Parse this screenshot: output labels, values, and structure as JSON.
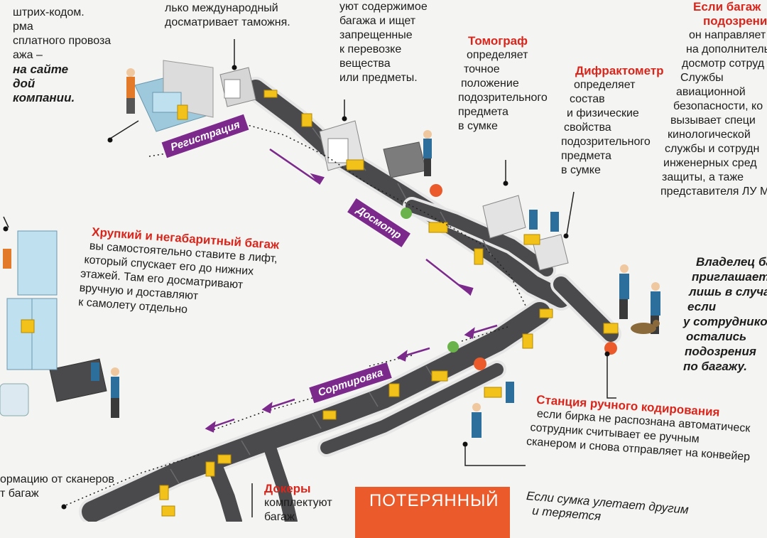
{
  "labels": {
    "registration": "Регистрация",
    "inspection": "Досмотр",
    "sorting": "Сортировка",
    "lost": "ПОТЕРЯННЫЙ"
  },
  "blocks": {
    "top_left": {
      "lines": [
        "штрих-кодом.",
        "рма",
        "сплатного провоза",
        "ажа –"
      ],
      "emph": [
        "на сайте",
        "дой",
        "компании."
      ]
    },
    "customs": {
      "lines": [
        "лько международный",
        "досматривает таможня."
      ]
    },
    "xray": {
      "lines": [
        "уют содержимое",
        "багажа и ищет",
        "запрещенные",
        "к перевозке",
        "вещества",
        "или предметы."
      ]
    },
    "tomograph": {
      "title": "Томограф",
      "lines": [
        "определяет",
        "точное",
        "положение",
        "подозрительного",
        "предмета",
        "в сумке"
      ]
    },
    "diffractometer": {
      "title": "Дифрактометр",
      "lines": [
        "определяет",
        "состав",
        "и физические",
        "свойства",
        "подозрительного",
        "предмета",
        "в сумке"
      ]
    },
    "suspicious": {
      "title_lines": [
        "Если багаж",
        "подозрение"
      ],
      "lines": [
        "он направляет",
        "на дополнитель",
        "досмотр сотруд",
        "Службы",
        "авиационной",
        "безопасности, ко",
        "вызывает специ",
        "кинологической",
        "службы и сотрудн",
        "инженерных сред",
        "защиты, а таже",
        "представителя ЛУ М"
      ]
    },
    "owner": {
      "lines": [
        "Владелец баг",
        "приглашает",
        "лишь в случа",
        "если",
        "у сотруднико",
        "остались",
        "подозрения",
        "по багажу."
      ]
    },
    "fragile": {
      "title": "Хрупкий и негабаритный багаж",
      "lines": [
        "вы самостоятельно ставите в лифт,",
        "который спускает его до нижних",
        "этажей. Там его  досматривают",
        "вручную и доставляют",
        "к самолету отдельно"
      ]
    },
    "manual": {
      "title": "Станция ручного кодирования",
      "lines": [
        "если бирка не распознана автоматическ",
        "сотрудник считывает ее ручным",
        "сканером и снова отправляет на конвейер"
      ]
    },
    "scanners": {
      "lines": [
        "ормацию от сканеров",
        "т багаж"
      ]
    },
    "dockers": {
      "title": "Докеры",
      "lines": [
        "комплектуют",
        "багаж"
      ]
    },
    "flyaway": {
      "lines": [
        "Если сумка улетает другим",
        "и теряется"
      ]
    }
  },
  "colors": {
    "belt": "#4a4a4c",
    "belt_border": "#e9e9e9",
    "accent": "#7b2a8c",
    "red": "#d9261c",
    "bag": "#f2c21a",
    "staff": "#2d6f9c",
    "orange": "#ea5a2b",
    "ok_green": "#6ab34a"
  }
}
